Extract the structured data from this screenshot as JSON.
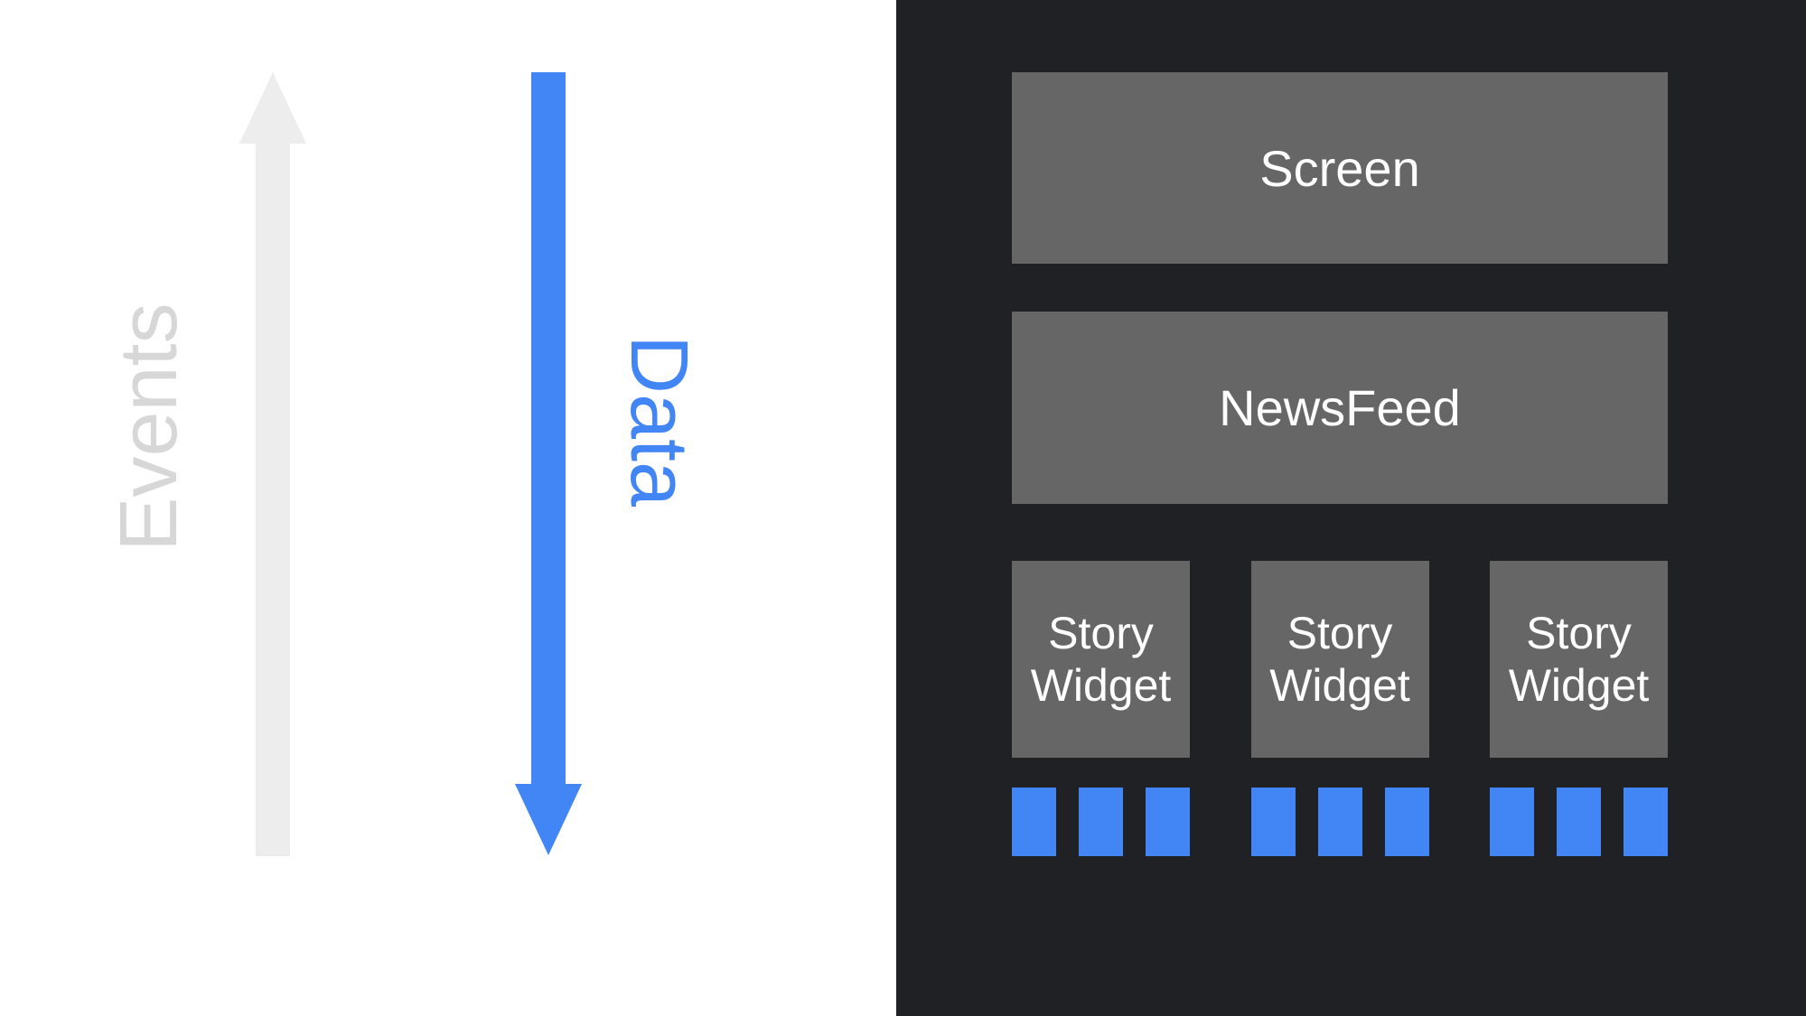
{
  "diagram": {
    "left": {
      "events_label": "Events",
      "data_label": "Data"
    },
    "tree": {
      "screen_label": "Screen",
      "newsfeed_label": "NewsFeed",
      "story_widgets": [
        {
          "label": "Story Widget"
        },
        {
          "label": "Story Widget"
        },
        {
          "label": "Story Widget"
        }
      ],
      "stream_squares_per_widget": 3
    },
    "colors": {
      "page_bg": "#FFFFFF",
      "events_gray": "#EDEDED",
      "events_text_gray": "#D7D7D7",
      "accent_blue": "#4285F4",
      "panel_bg": "#1F2125",
      "box_gray": "#666666",
      "box_text": "#FFFFFF"
    }
  }
}
